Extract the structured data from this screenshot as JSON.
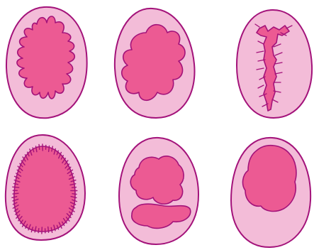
{
  "colors": {
    "background": "#ffffff",
    "cell_fill": "#f3bcd8",
    "cell_outline": "#a3127a",
    "nucleus_fill": "#ec5a93",
    "nucleus_outline": "#a3127a"
  },
  "cells": [
    {
      "name": "cell-lobulated-nucleus",
      "nucleus_type": "lobed"
    },
    {
      "name": "cell-rounded-lobe-nucleus",
      "nucleus_type": "blob-lobed"
    },
    {
      "name": "cell-spiny-strip-nucleus",
      "nucleus_type": "spiny-strip"
    },
    {
      "name": "cell-fringed-nucleus",
      "nucleus_type": "fringed"
    },
    {
      "name": "cell-fragmented-nucleus",
      "nucleus_type": "fragmented"
    },
    {
      "name": "cell-eccentric-nucleus",
      "nucleus_type": "eccentric"
    }
  ]
}
